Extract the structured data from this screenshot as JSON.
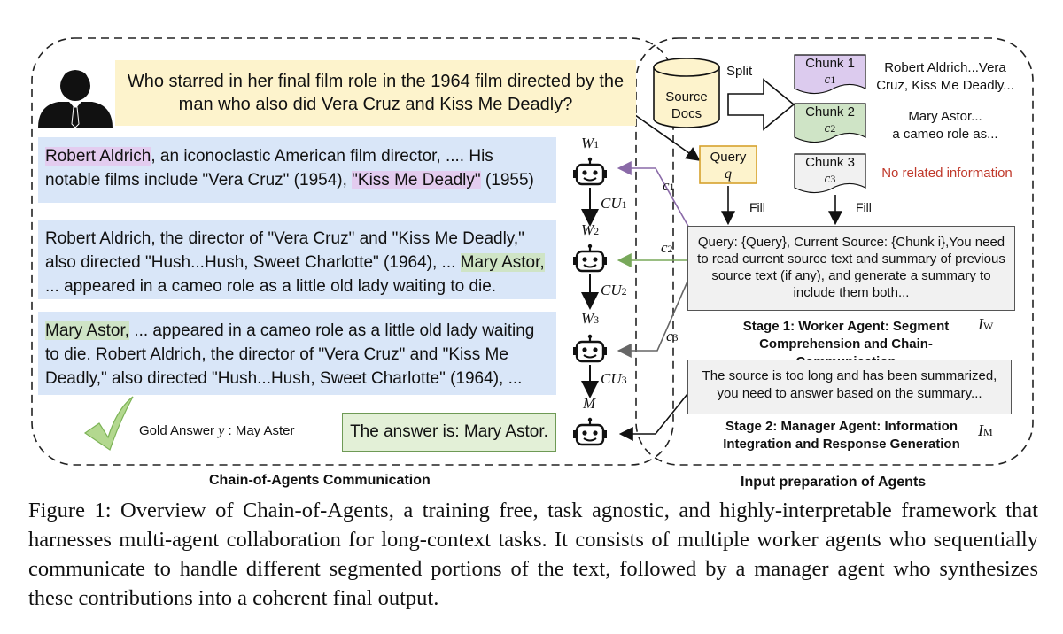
{
  "question": "Who starred in her final film role in the 1964 film directed by the man who also did Vera Cruz and Kiss Me Deadly?",
  "segments": [
    {
      "hl1": "Robert Aldrich",
      "t1": ", an iconoclastic American film director, .... His notable films include \"Vera Cruz\" (1954), ",
      "hl2": "\"Kiss Me Deadly\"",
      "t2": " (1955)"
    },
    {
      "t1": "Robert Aldrich, the director of \"Vera Cruz\" and \"Kiss Me Deadly,\" also directed \"Hush...Hush, Sweet Charlotte\" (1964), ... ",
      "hl": "Mary Astor,",
      "t2": " ... appeared in a cameo role as a little old lady waiting to die."
    },
    {
      "hl": " Mary Astor,",
      "t1": " ... appeared in a cameo role as a little old lady waiting to die. Robert Aldrich, the director of \"Vera Cruz\" and \"Kiss Me Deadly,\" also directed \"Hush...Hush, Sweet Charlotte\" (1964), ..."
    }
  ],
  "gold_answer": {
    "prefix": "Gold Answer ",
    "var": "y",
    "suffix": " : May Aster"
  },
  "answer": "The answer is: Mary Astor.",
  "agents": {
    "W1": {
      "base": "W",
      "sub": "1"
    },
    "W2": {
      "base": "W",
      "sub": "2"
    },
    "W3": {
      "base": "W",
      "sub": "3"
    },
    "M": {
      "base": "M",
      "sub": ""
    }
  },
  "cu_labels": [
    {
      "base": "CU",
      "sub": "1"
    },
    {
      "base": "CU",
      "sub": "2"
    },
    {
      "base": "CU",
      "sub": "3"
    }
  ],
  "c_labels": [
    {
      "base": "c",
      "sub": "1"
    },
    {
      "base": "c",
      "sub": "2"
    },
    {
      "base": "c",
      "sub": "3"
    }
  ],
  "source_docs": {
    "line1": "Source",
    "line2": "Docs"
  },
  "split_label": "Split",
  "chunks": [
    {
      "label": "Chunk 1",
      "var": "c",
      "sub": "1",
      "text1": "Robert Aldrich...Vera",
      "text2": "Cruz, Kiss Me Deadly...",
      "fill": "#dccbee"
    },
    {
      "label": "Chunk 2",
      "var": "c",
      "sub": "2",
      "text1": "Mary Astor...",
      "text2": "a cameo role as...",
      "fill": "#cfe4c6"
    },
    {
      "label": "Chunk 3",
      "var": "c",
      "sub": "3",
      "text1": "No related information",
      "text2": "",
      "fill": "#f1f1f1"
    }
  ],
  "query": {
    "label": "Query",
    "var": "q"
  },
  "fill_label": "Fill",
  "worker_prompt": "Query: {Query}, Current Source: {Chunk i},You need to read current source text and summary of previous source text (if any), and generate a summary to include them both...",
  "stage1": {
    "line1": "Stage 1: Worker Agent: Segment",
    "line2": "Comprehension and Chain-Communication",
    "var": "I",
    "sub": "W"
  },
  "manager_prompt": "The source is too long and has been summarized, you need to answer based on the summary...",
  "stage2": {
    "line1": "Stage 2: Manager Agent: Information",
    "line2": "Integration and Response Generation",
    "var": "I",
    "sub": "M"
  },
  "panel_left_title": "Chain-of-Agents Communication",
  "panel_right_title": "Input preparation of Agents",
  "caption": "Figure 1: Overview of Chain-of-Agents, a training free, task agnostic, and highly-interpretable framework that harnesses multi-agent collaboration for long-context tasks. It consists of multiple worker agents who sequentially communicate to handle different segmented portions of the text, followed by a manager agent who synthesizes these contributions into a coherent final output.",
  "colors": {
    "purple": "#8a6aa8",
    "green": "#78a85a",
    "gray": "#666666",
    "no_info_red": "#c0392b"
  }
}
